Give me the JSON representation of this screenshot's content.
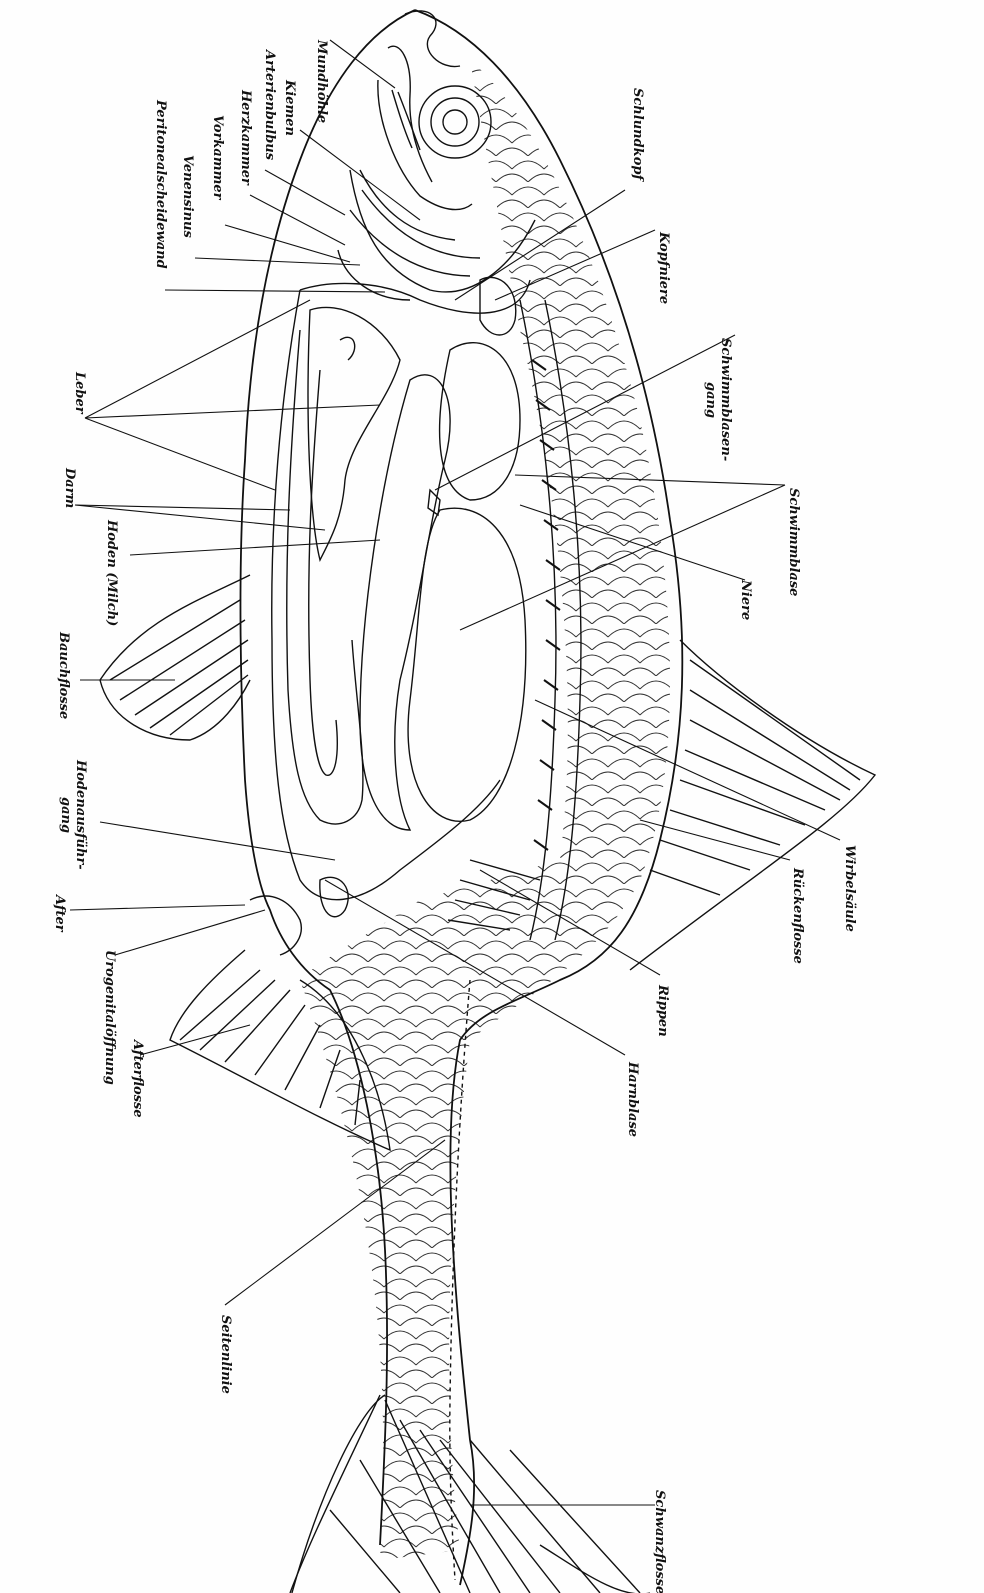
{
  "figure": {
    "labels": {
      "mundhoehle": "Mundhöhle",
      "kiemen": "Kiemen",
      "arterienbulbus": "Arterienbulbus",
      "herzkammer": "Herzkammer",
      "vorkammer": "Vorkammer",
      "venensinus": "Venensinus",
      "peritonealscheidewand": "Peritonealscheidewand",
      "leber": "Leber",
      "darm": "Darm",
      "hoden": "Hoden (Milch)",
      "bauchflosse": "Bauchflosse",
      "hodenausfuehrgang": "Hodenausführ-\ngang",
      "after": "After",
      "urogenital": "Urogenitalöffnung",
      "afterflosse": "Afterflosse",
      "seitenlinie": "Seitenlinie",
      "schlundkopf": "Schlundkopf",
      "kopfniere": "Kopfniere",
      "schwimmblasengang": "Schwimmblasen-\ngang",
      "schwimmblase": "Schwimmblase",
      "niere": "Niere",
      "wirbelsaeule": "Wirbelsäule",
      "rueckenflosse": "Rückenflosse",
      "rippen": "Rippen",
      "harnblase": "Harnblase",
      "schwanzflosse": "Schwanzflosse"
    }
  }
}
